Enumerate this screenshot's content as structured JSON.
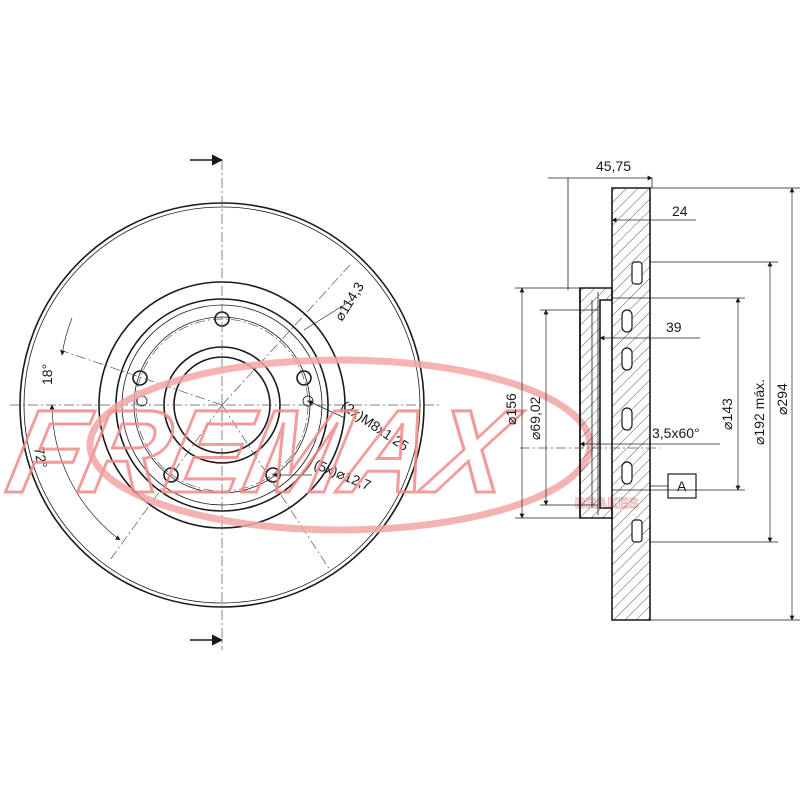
{
  "front_view": {
    "pcd_label": "⌀114,3",
    "thread_label": "(2x)M8x1,25",
    "holes_label": "(5x)⌀12,7",
    "angle_18": "18°",
    "angle_72": "72°"
  },
  "section_view": {
    "offset_label": "45,75",
    "thickness_label": "24",
    "hat_label": "39",
    "chamfer_label": "3,5x60°",
    "datum_label": "A",
    "d156_label": "⌀156",
    "d69_label": "⌀69,02",
    "d143_label": "⌀143",
    "d192_label": "⌀192 máx.",
    "d294_label": "⌀294"
  },
  "watermark": {
    "brand": "FREMAX",
    "sub": "BRAKES"
  },
  "colors": {
    "line": "#1a1a1a",
    "watermark": "#f08a8a"
  }
}
